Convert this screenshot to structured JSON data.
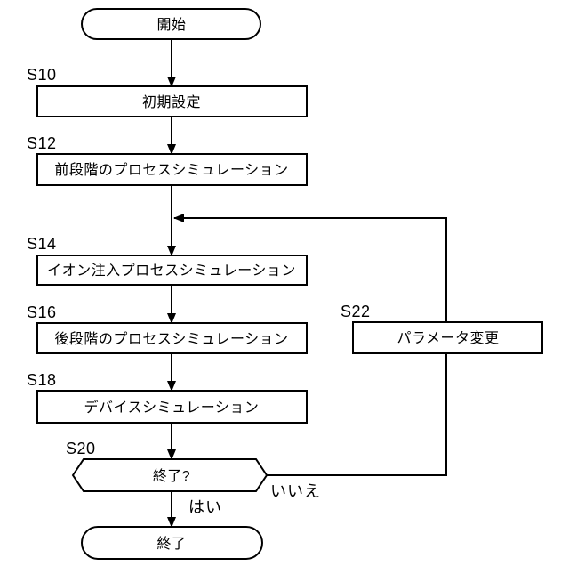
{
  "figure": {
    "type": "flowchart",
    "background_color": "#ffffff",
    "line_color": "#000000",
    "nodes": {
      "start": {
        "label": "開始",
        "shape": "stadium"
      },
      "s10": {
        "step": "S10",
        "label": "初期設定",
        "shape": "rect"
      },
      "s12": {
        "step": "S12",
        "label": "前段階のプロセスシミュレーション",
        "shape": "rect"
      },
      "s14": {
        "step": "S14",
        "label": "イオン注入プロセスシミュレーション",
        "shape": "rect"
      },
      "s16": {
        "step": "S16",
        "label": "後段階のプロセスシミュレーション",
        "shape": "rect"
      },
      "s18": {
        "step": "S18",
        "label": "デバイスシミュレーション",
        "shape": "rect"
      },
      "s20": {
        "step": "S20",
        "label": "終了?",
        "shape": "hexagon-decision"
      },
      "s22": {
        "step": "S22",
        "label": "パラメータ変更",
        "shape": "rect"
      },
      "end": {
        "label": "終了",
        "shape": "stadium"
      }
    },
    "branch_labels": {
      "yes": "はい",
      "no": "いいえ"
    },
    "flow": [
      "start -> s10",
      "s10 -> s12",
      "s12 -> s14",
      "s14 -> s16",
      "s16 -> s18",
      "s18 -> s20",
      "s20 -はい-> end",
      "s20 -いいえ-> s22",
      "s22 -> (line between s12 and s14)"
    ]
  }
}
